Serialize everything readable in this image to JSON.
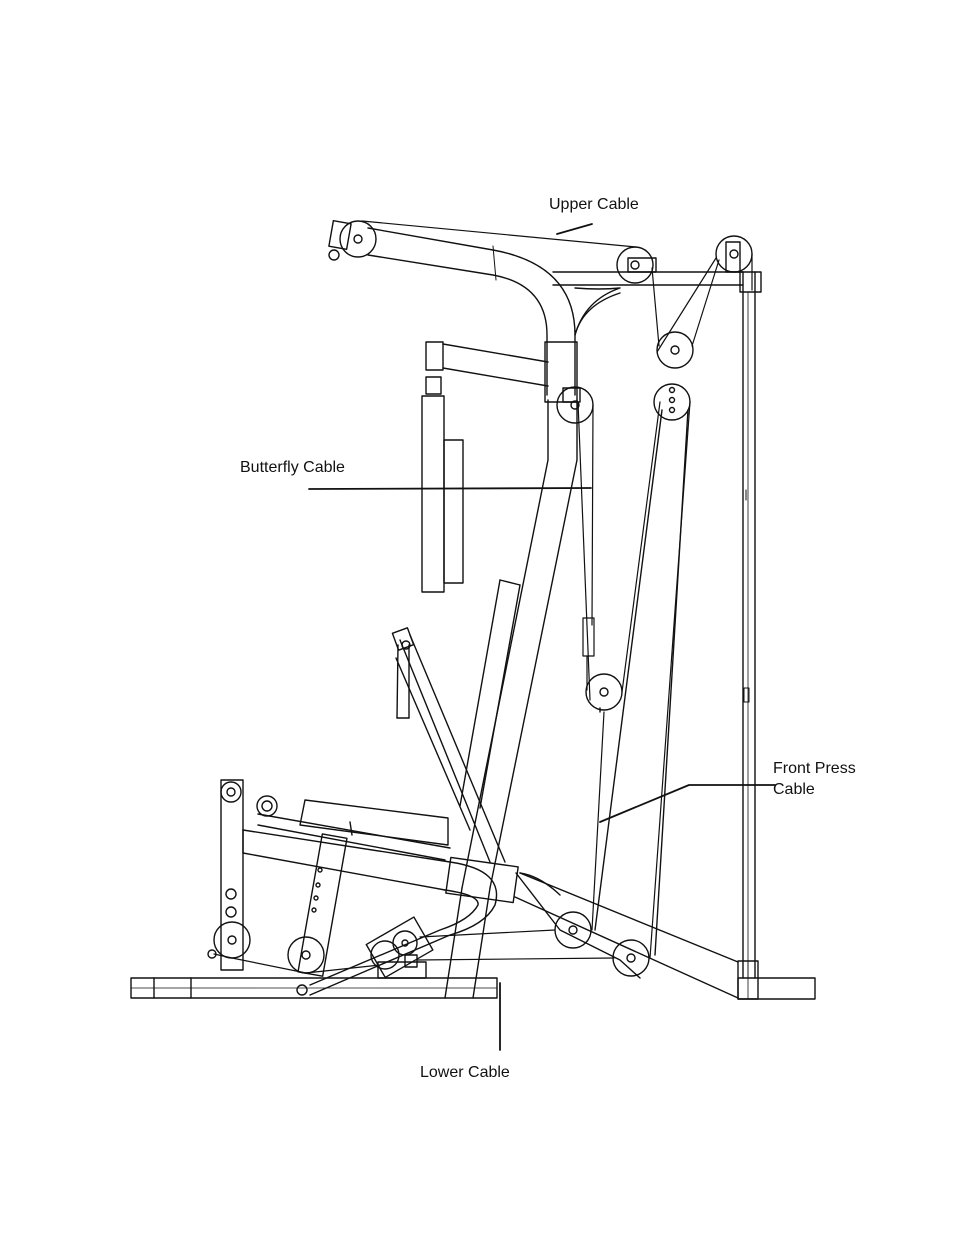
{
  "diagram": {
    "labels": {
      "upper_cable": "Upper Cable",
      "butterfly_cable": "Butterfly Cable",
      "front_press_cable_line1": "Front Press",
      "front_press_cable_line2": "Cable",
      "lower_cable": "Lower Cable"
    },
    "colors": {
      "line": "#111111",
      "background": "#ffffff"
    }
  }
}
